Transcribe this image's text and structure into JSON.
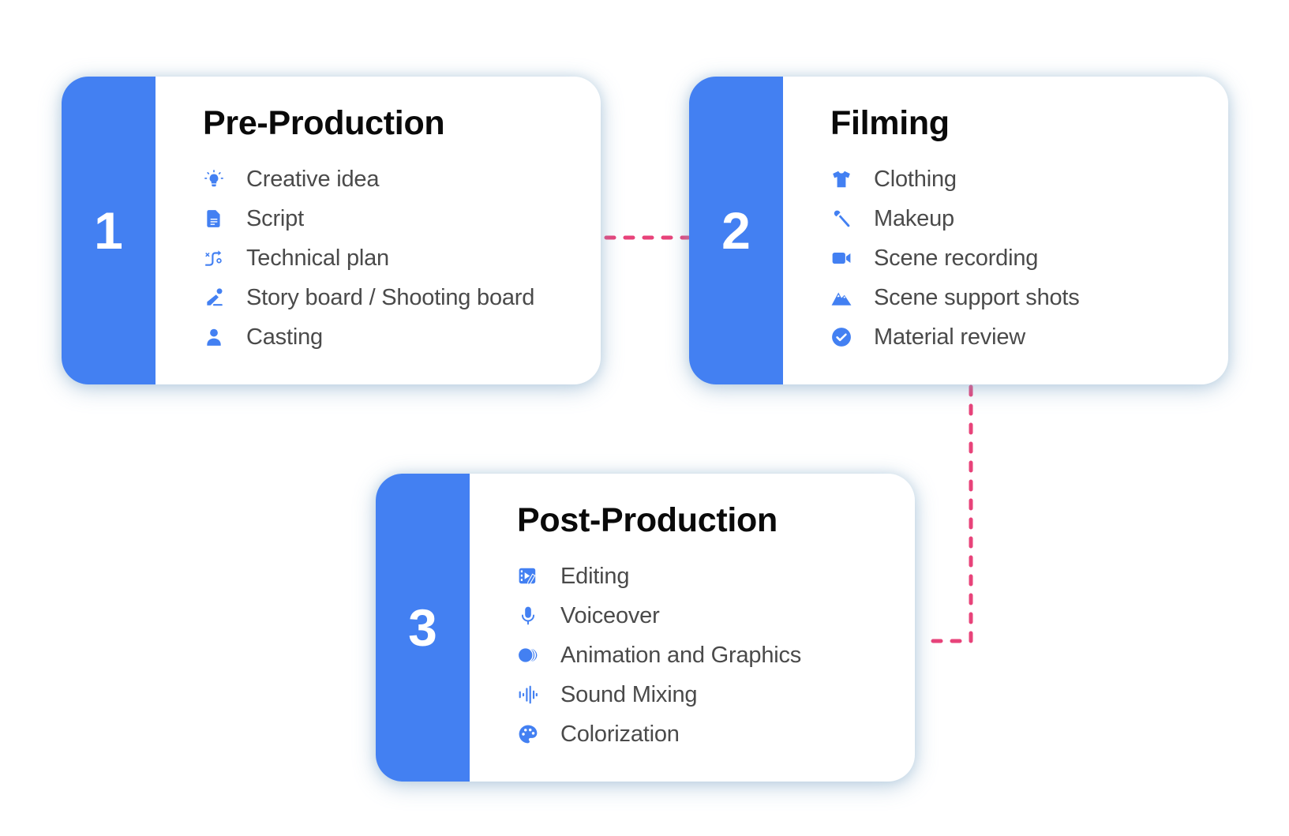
{
  "colors": {
    "accent_blue": "#4380F2",
    "connector_pink": "#E8437A",
    "title_text": "#0a0a0a",
    "item_text": "#4a4a4a"
  },
  "stages": [
    {
      "number": "1",
      "title": "Pre-Production",
      "items": [
        {
          "icon": "lightbulb-icon",
          "label": "Creative idea"
        },
        {
          "icon": "document-icon",
          "label": "Script"
        },
        {
          "icon": "route-plan-icon",
          "label": "Technical plan"
        },
        {
          "icon": "pencil-icon",
          "label": "Story board / Shooting board"
        },
        {
          "icon": "person-icon",
          "label": "Casting"
        }
      ]
    },
    {
      "number": "2",
      "title": "Filming",
      "items": [
        {
          "icon": "tshirt-icon",
          "label": "Clothing"
        },
        {
          "icon": "makeup-brush-icon",
          "label": "Makeup"
        },
        {
          "icon": "video-camera-icon",
          "label": "Scene recording"
        },
        {
          "icon": "mountain-icon",
          "label": "Scene support shots"
        },
        {
          "icon": "check-circle-icon",
          "label": "Material review"
        }
      ]
    },
    {
      "number": "3",
      "title": "Post-Production",
      "items": [
        {
          "icon": "video-edit-icon",
          "label": "Editing"
        },
        {
          "icon": "microphone-icon",
          "label": "Voiceover"
        },
        {
          "icon": "animation-icon",
          "label": "Animation and Graphics"
        },
        {
          "icon": "sound-wave-icon",
          "label": "Sound Mixing"
        },
        {
          "icon": "palette-icon",
          "label": "Colorization"
        }
      ]
    }
  ],
  "connections": [
    {
      "from": "1",
      "to": "2"
    },
    {
      "from": "2",
      "to": "3"
    }
  ]
}
